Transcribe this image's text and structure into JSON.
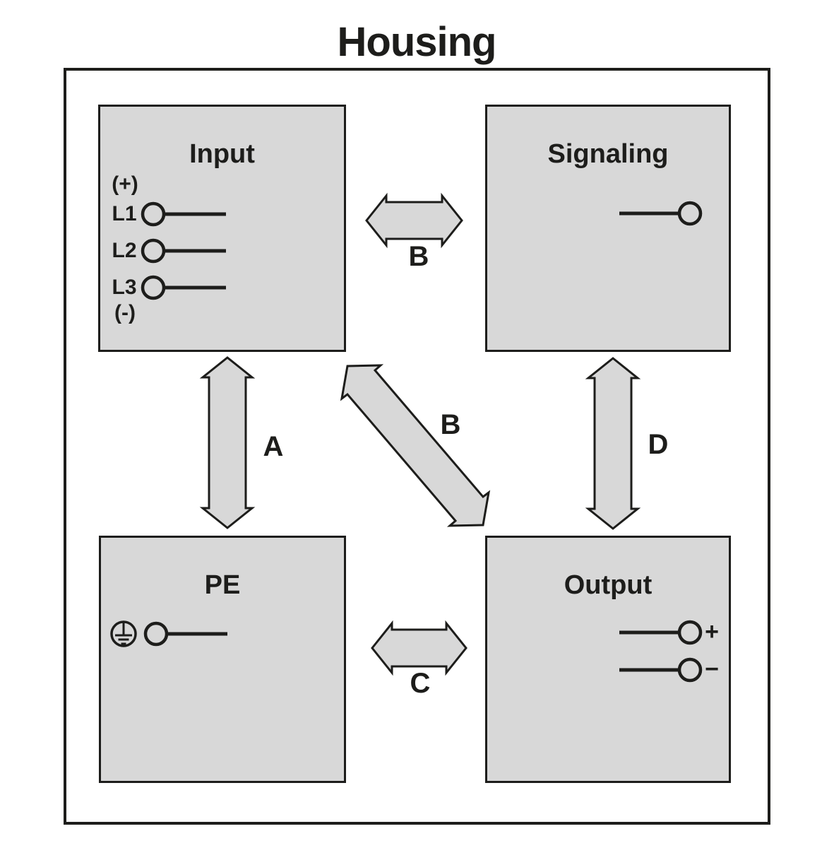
{
  "title": "Housing",
  "blocks": {
    "input": {
      "title": "Input",
      "terminals": {
        "plus": "(+)",
        "l1": "L1",
        "l2": "L2",
        "l3": "L3",
        "minus": "(-)"
      }
    },
    "signaling": {
      "title": "Signaling"
    },
    "pe": {
      "title": "PE",
      "icon": "protective-earth-ground-icon"
    },
    "output": {
      "title": "Output",
      "plus": "+",
      "minus": "−"
    }
  },
  "arrows": {
    "a": {
      "label": "A",
      "connects": [
        "Input",
        "PE"
      ],
      "type": "double-headed"
    },
    "b_top": {
      "label": "B",
      "connects": [
        "Input",
        "Signaling"
      ],
      "type": "double-headed"
    },
    "b_diagonal": {
      "label": "B",
      "connects": [
        "Input",
        "Output"
      ],
      "type": "double-headed"
    },
    "c": {
      "label": "C",
      "connects": [
        "PE",
        "Output"
      ],
      "type": "double-headed"
    },
    "d": {
      "label": "D",
      "connects": [
        "Signaling",
        "Output"
      ],
      "type": "double-headed"
    }
  },
  "colors": {
    "block_fill": "#d8d8d8",
    "stroke": "#1d1d1b",
    "background": "#ffffff"
  }
}
